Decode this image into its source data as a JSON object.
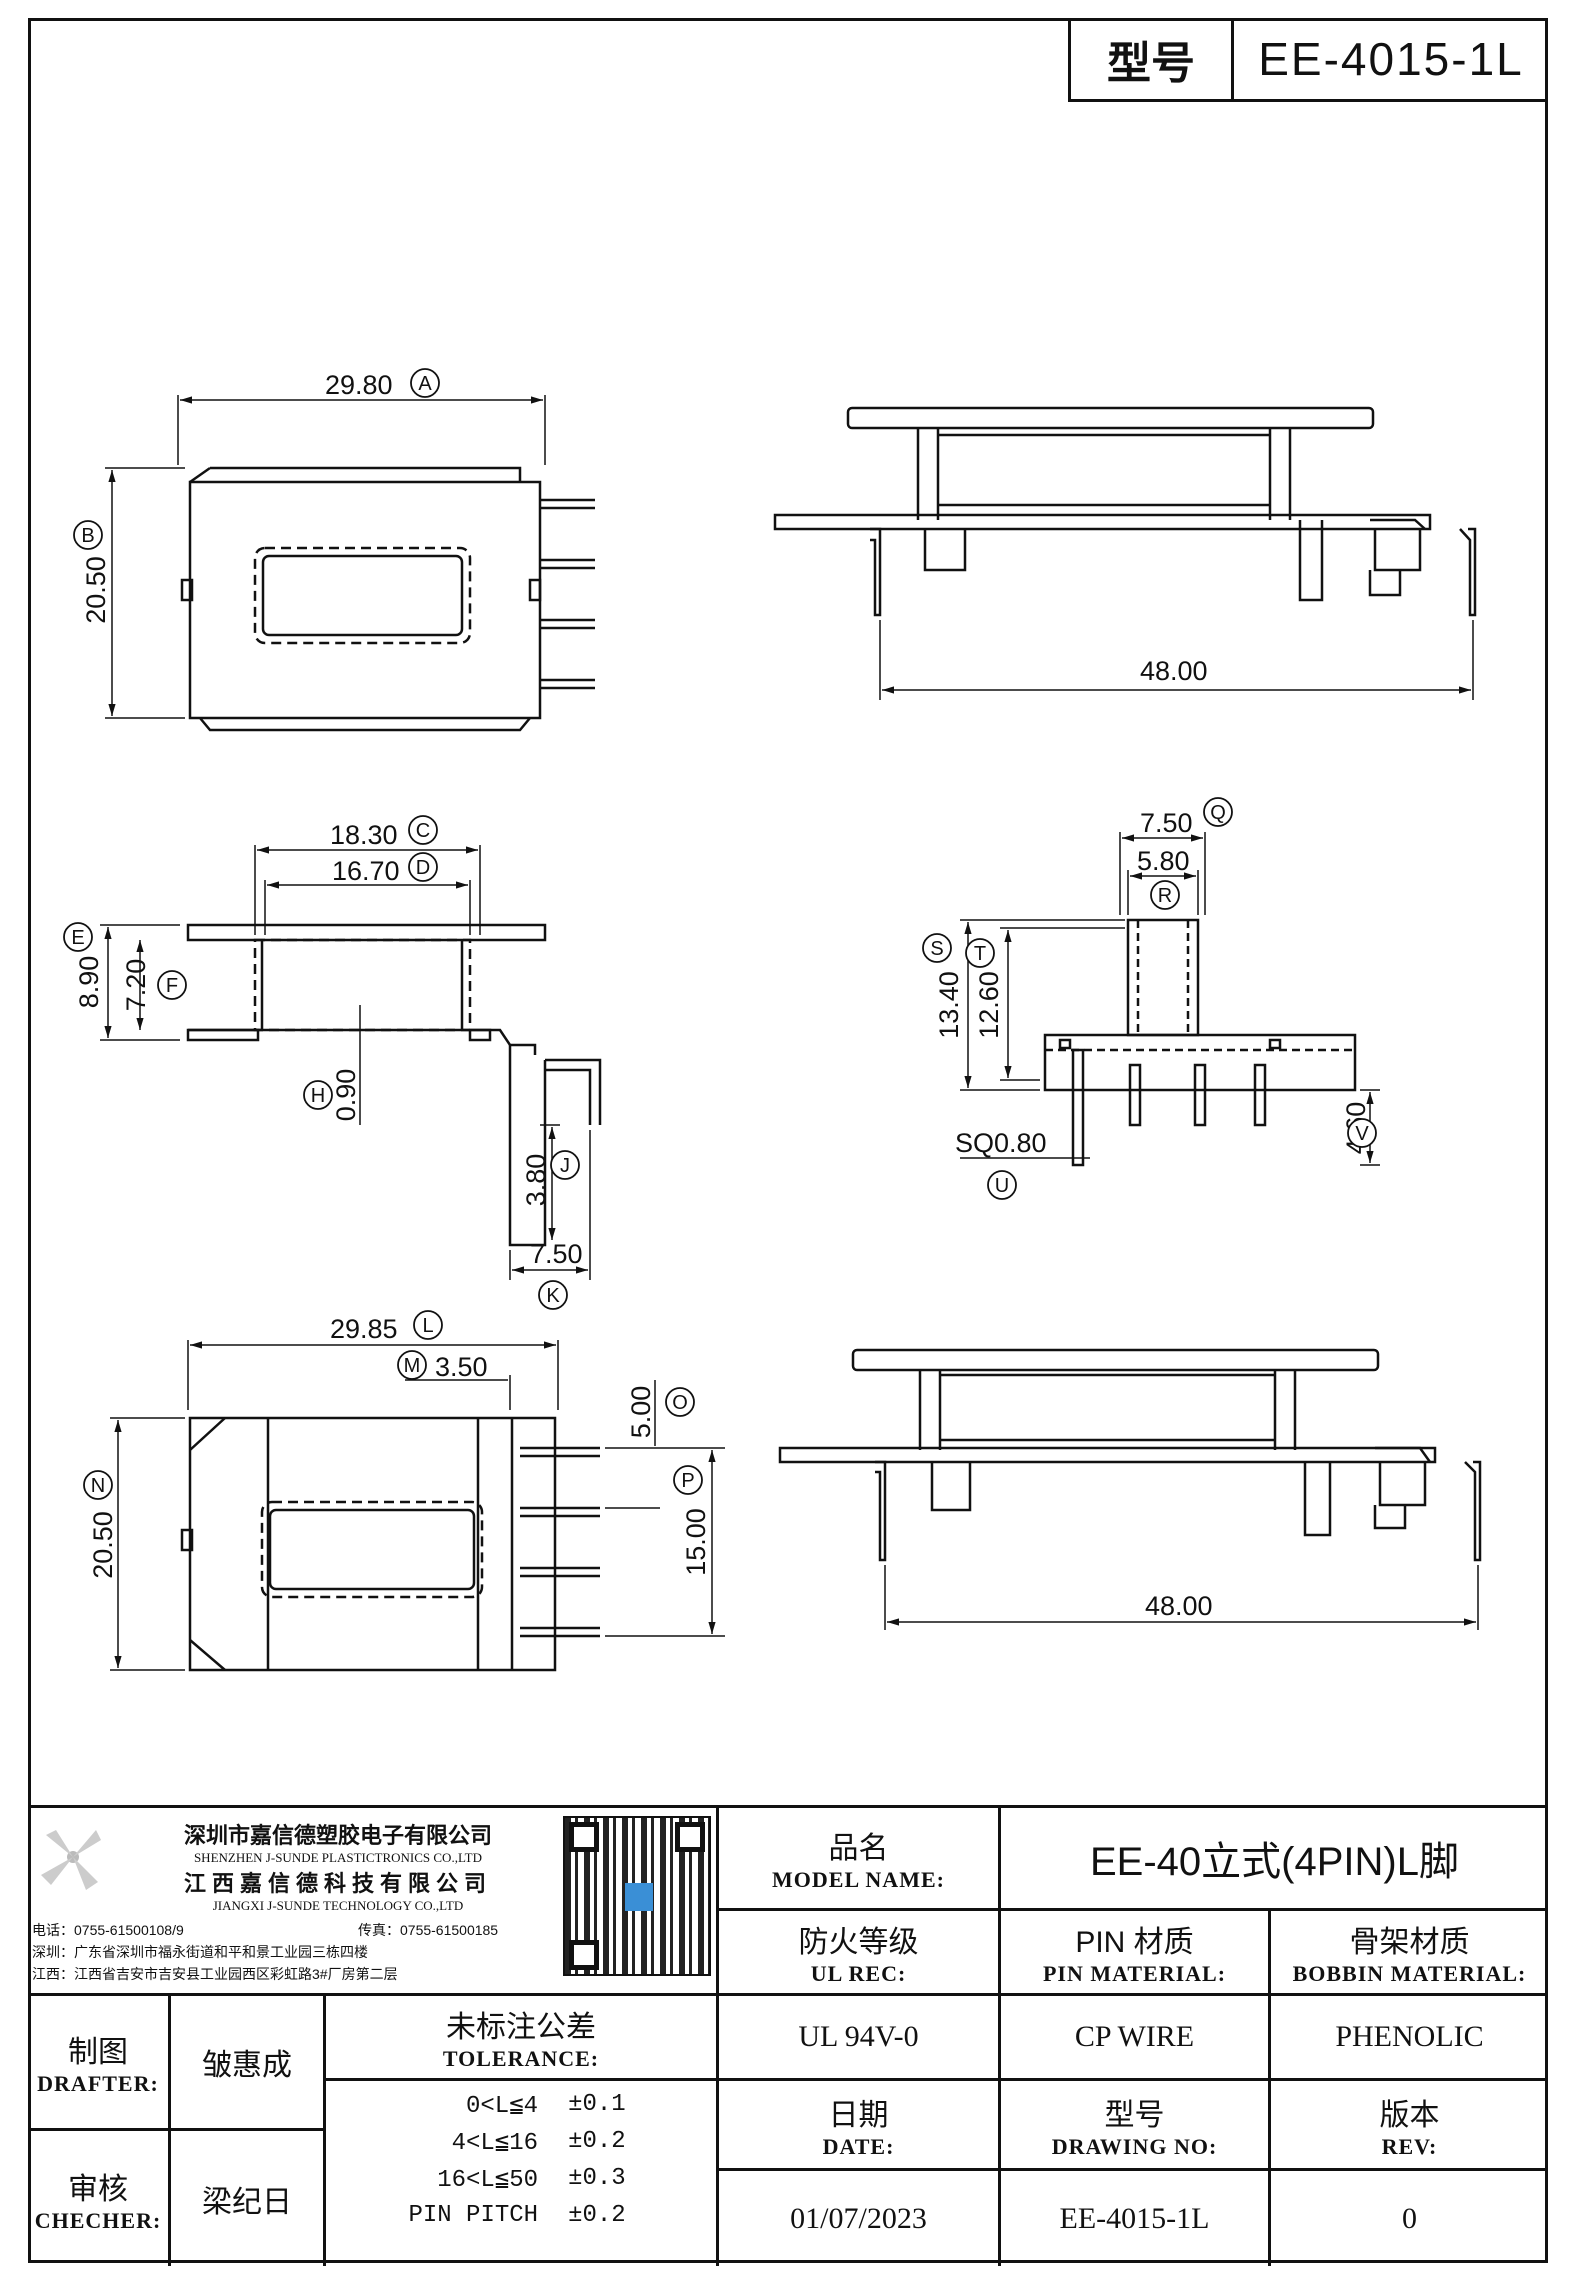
{
  "header": {
    "type_label": "型号",
    "type_value": "EE-4015-1L"
  },
  "dimensions": {
    "A": "29.80",
    "B": "20.50",
    "width_side": "48.00",
    "C": "18.30",
    "D": "16.70",
    "E": "8.90",
    "F": "7.20",
    "H": "0.90",
    "J": "3.80",
    "K": "7.50",
    "Q": "7.50",
    "R": "5.80",
    "S": "13.40",
    "T": "12.60",
    "U": "SQ0.80",
    "V": "4.60",
    "L": "29.85",
    "M": "3.50",
    "O": "5.00",
    "N": "20.50",
    "P": "15.00",
    "width_side2": "48.00"
  },
  "markers": [
    "A",
    "B",
    "C",
    "D",
    "E",
    "F",
    "H",
    "J",
    "K",
    "L",
    "M",
    "N",
    "O",
    "P",
    "Q",
    "R",
    "S",
    "T",
    "U",
    "V"
  ],
  "company": {
    "name_sz": "深圳市嘉信德塑胶电子有限公司",
    "name_sz_en": "SHENZHEN J-SUNDE PLASTICTRONICS CO.,LTD",
    "name_jx": "江西嘉信德科技有限公司",
    "name_jx_en": "JIANGXI J-SUNDE TECHNOLOGY CO.,LTD",
    "phone": "电话：0755-61500108/9",
    "fax": "传真：0755-61500185",
    "addr_sz": "深圳：广东省深圳市福永街道和平和景工业园三栋四楼",
    "addr_jx": "江西：江西省吉安市吉安县工业园西区彩虹路3#厂房第二层"
  },
  "titleblock": {
    "model_name_cn": "品名",
    "model_name_en": "MODEL NAME:",
    "model_name_value": "EE-40立式(4PIN)L脚",
    "ul_cn": "防火等级",
    "ul_en": "UL REC:",
    "ul_value": "UL 94V-0",
    "pin_cn": "PIN 材质",
    "pin_en": "PIN MATERIAL:",
    "pin_value": "CP WIRE",
    "bobbin_cn": "骨架材质",
    "bobbin_en": "BOBBIN MATERIAL:",
    "bobbin_value": "PHENOLIC",
    "date_cn": "日期",
    "date_en": "DATE:",
    "date_value": "01/07/2023",
    "drawing_cn": "型号",
    "drawing_en": "DRAWING NO:",
    "drawing_value": "EE-4015-1L",
    "rev_cn": "版本",
    "rev_en": "REV:",
    "rev_value": "0",
    "drafter_cn": "制图",
    "drafter_en": "DRAFTER:",
    "drafter_name": "皱惠成",
    "checker_cn": "审核",
    "checker_en": "CHECHER:",
    "checker_name": "梁纪日",
    "tolerance_cn": "未标注公差",
    "tolerance_en": "TOLERANCE:",
    "tolerances": [
      {
        "range": "0<L≦4",
        "tol": "±0.1"
      },
      {
        "range": "4<L≦16",
        "tol": "±0.2"
      },
      {
        "range": "16<L≦50",
        "tol": "±0.3"
      },
      {
        "range": "PIN PITCH",
        "tol": "±0.2"
      }
    ]
  }
}
